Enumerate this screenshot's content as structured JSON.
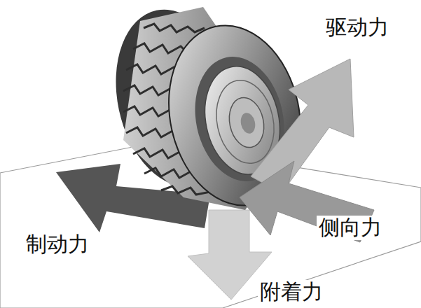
{
  "diagram": {
    "labels": [
      "驱动力",
      "侧向力",
      "制动力",
      "附着力"
    ]
  }
}
